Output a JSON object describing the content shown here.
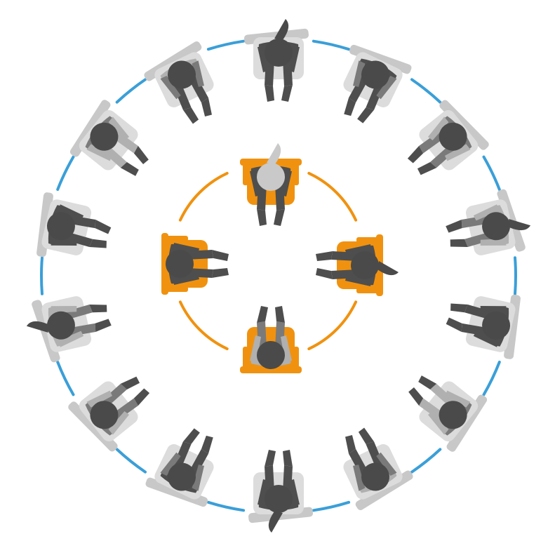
{
  "figure": {
    "type": "fishbowl-seating-diagram",
    "outer_circle": {
      "seat_count": 14,
      "arc_color": "#3a9fd8",
      "chair_color": "#dcdcdc",
      "chair_shade": "#c8c8c8"
    },
    "inner_circle": {
      "seat_count": 4,
      "arc_color": "#f0920f",
      "chair_color": "#f0920f"
    },
    "person_colors": {
      "head": "#4a4a4a",
      "body_dark": "#4e4e4e",
      "body_mid": "#7a7a7a",
      "body_light": "#b0b0b0",
      "shirt_white": "#f4f4f4"
    }
  }
}
